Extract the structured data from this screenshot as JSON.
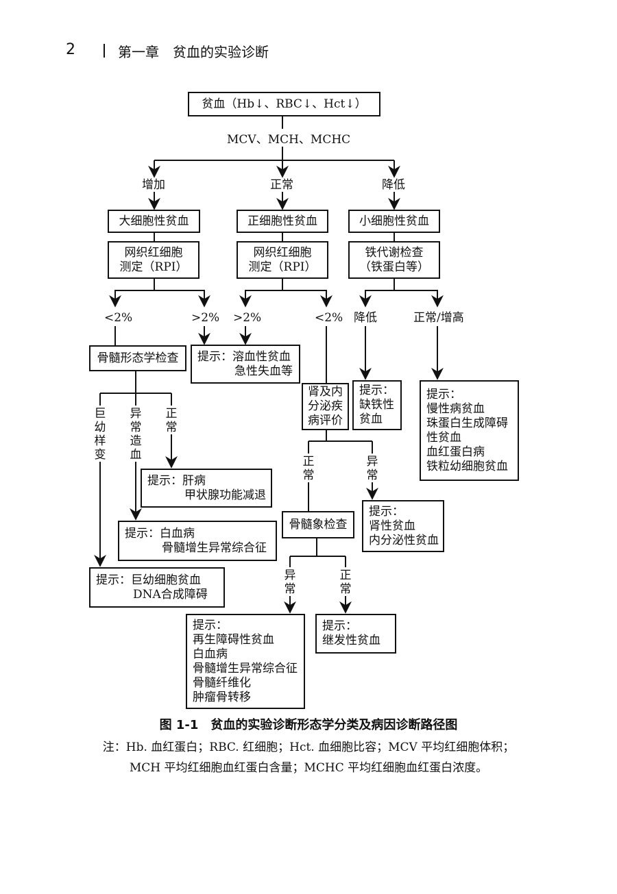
{
  "page": {
    "number": "2",
    "chapter": "第一章　贫血的实验诊断"
  },
  "flow": {
    "anemia": "贫血（Hb↓、RBC↓、Hct↓）",
    "indices": "MCV、MCH、MCHC",
    "increase": "增加",
    "normal": "正常",
    "decrease": "降低",
    "macro": "大细胞性贫血",
    "normo": "正细胞性贫血",
    "micro": "小细胞性贫血",
    "rpi_line1": "网织红细胞",
    "rpi_line2": "测定（RPI）",
    "iron_line1": "铁代谢检查",
    "iron_line2": "（铁蛋白等）",
    "lt2": "<2%",
    "gt2": ">2%",
    "reduced": "降低",
    "normal_high": "正常/增高",
    "marrow_morph": "骨髓形态学检查",
    "hint": "提示：",
    "hemolytic_1": "溶血性贫血",
    "hemolytic_2": "急性失血等",
    "kidney_eval": "肾及内分泌疾病评价",
    "ida_1": "缺铁性",
    "ida_2": "贫血",
    "chronic": [
      "慢性病贫血",
      "珠蛋白生成障碍",
      "性贫血",
      "血红蛋白病",
      "铁粒幼细胞贫血"
    ],
    "megaloblastic_change": "巨幼样变",
    "dyshematopoiesis": "异常造血",
    "normal_v": "正常",
    "abnormal_v": "异常",
    "liver_1": "肝病",
    "liver_2": "甲状腺功能减退",
    "leuk_1": "白血病",
    "leuk_2": "骨髓增生异常综合征",
    "mega_1": "巨幼细胞贫血",
    "mega_2": "DNA合成障碍",
    "marrow_smear": "骨髓象检查",
    "renal_1": "肾性贫血",
    "renal_2": "内分泌性贫血",
    "aplastic": [
      "再生障碍性贫血",
      "白血病",
      "骨髓增生异常综合征",
      "骨髓纤维化",
      "肿瘤骨转移"
    ],
    "secondary": "继发性贫血"
  },
  "caption": "图 1-1　贫血的实验诊断形态学分类及病因诊断路径图",
  "note_line1": "注：Hb. 血红蛋白；RBC. 红细胞；Hct. 血细胞比容；MCV 平均红细胞体积；",
  "note_line2": "MCH 平均红细胞血红蛋白含量；MCHC 平均红细胞血红蛋白浓度。"
}
